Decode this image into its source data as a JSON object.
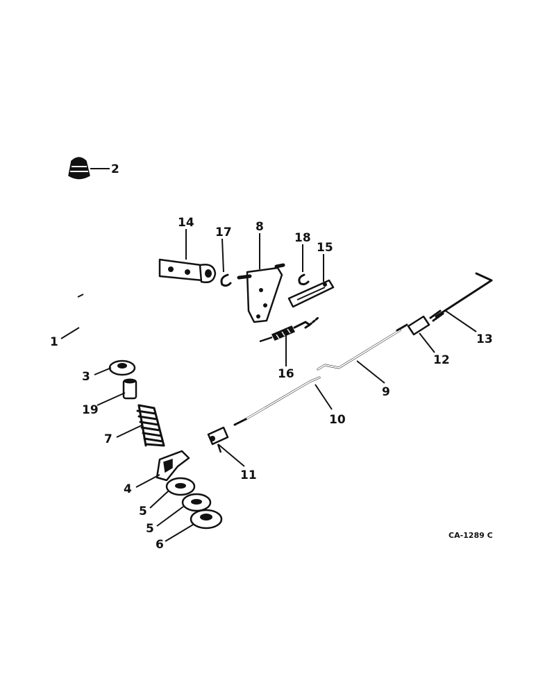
{
  "callouts": {
    "c1": "1",
    "c2": "2",
    "c3": "3",
    "c4": "4",
    "c5a": "5",
    "c5b": "5",
    "c6": "6",
    "c7": "7",
    "c8": "8",
    "c9": "9",
    "c10": "10",
    "c11": "11",
    "c12": "12",
    "c13": "13",
    "c14": "14",
    "c15": "15",
    "c16": "16",
    "c17": "17",
    "c18": "18",
    "c19": "19"
  },
  "reference_code": "CA-1289 C"
}
